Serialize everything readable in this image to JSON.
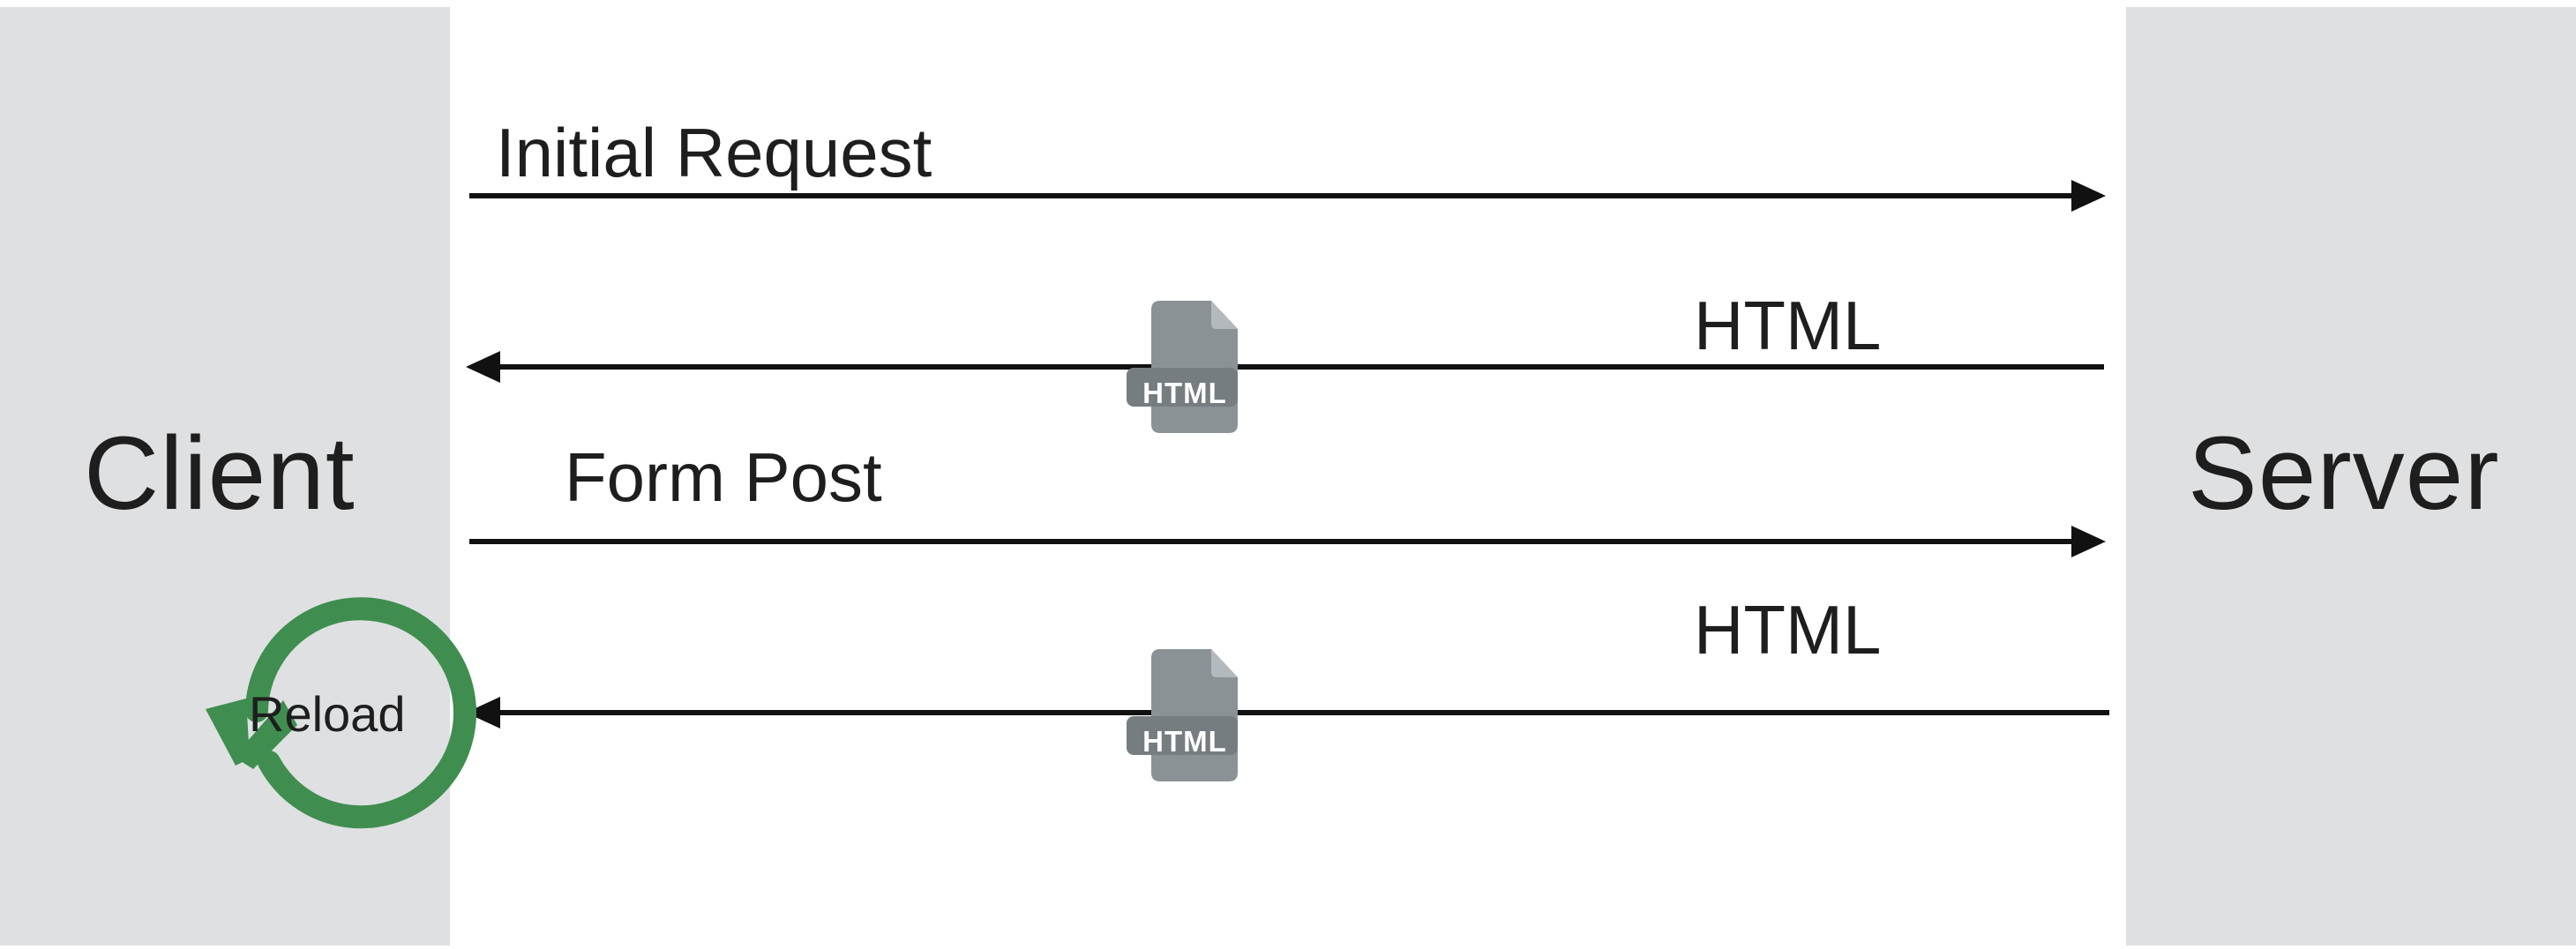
{
  "nodes": {
    "client": "Client",
    "server": "Server"
  },
  "messages": [
    {
      "label": "Initial Request",
      "direction": "client-to-server"
    },
    {
      "label": "HTML",
      "direction": "server-to-client",
      "payload_icon": "html-file-icon"
    },
    {
      "label": "Form Post",
      "direction": "client-to-server"
    },
    {
      "label": "HTML",
      "direction": "server-to-client",
      "payload_icon": "html-file-icon"
    }
  ],
  "payload_icon_text": "HTML",
  "reload": {
    "label": "Reload",
    "icon": "reload-icon",
    "color": "#3f8e4f"
  },
  "colors": {
    "panel": "#dfe0e2",
    "arrow": "#111111",
    "doc_icon": "#8a9296"
  }
}
